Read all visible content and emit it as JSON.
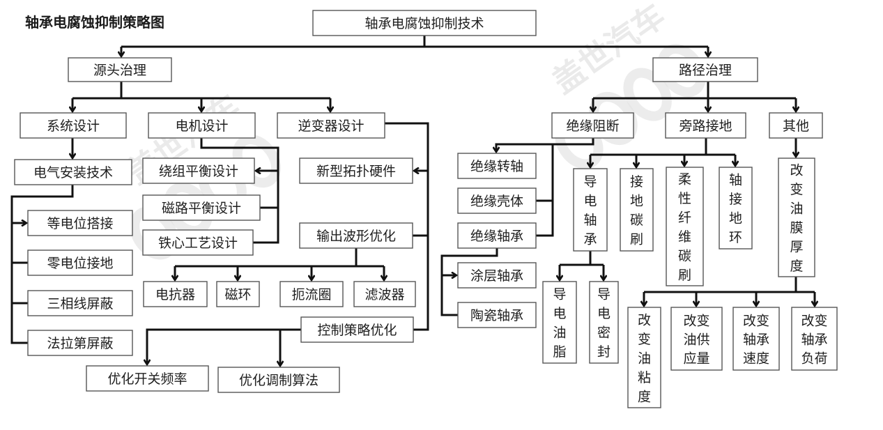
{
  "title": "轴承电腐蚀抑制策略图",
  "watermark": {
    "text": "盖世汽车",
    "brand": "Gasgoo"
  },
  "colors": {
    "line": "#111111",
    "box_border": "#555555",
    "text": "#1e1e1e",
    "background": "#ffffff"
  },
  "nodes": {
    "root": "轴承电腐蚀抑制技术",
    "source": "源头治理",
    "path": "路径治理",
    "system_design": "系统设计",
    "motor_design": "电机设计",
    "inverter_design": "逆变器设计",
    "electrical_install": "电气安装技术",
    "equipotential_bond": "等电位搭接",
    "zero_potential_ground": "零电位接地",
    "three_phase_shield": "三相线屏蔽",
    "faraday_shield": "法拉第屏蔽",
    "winding_balance": "绕组平衡设计",
    "magnetic_balance": "磁路平衡设计",
    "core_process": "铁心工艺设计",
    "new_topology": "新型拓扑硬件",
    "output_waveform": "输出波形优化",
    "reactor": "电抗器",
    "magnetic_ring": "磁环",
    "choke": "扼流圈",
    "filter": "滤波器",
    "control_strategy": "控制策略优化",
    "switch_freq": "优化开关频率",
    "modulation_alg": "优化调制算法",
    "insulation_block": "绝缘阻断",
    "bypass_ground": "旁路接地",
    "other": "其他",
    "insulated_shaft": "绝缘转轴",
    "insulated_housing": "绝缘壳体",
    "insulated_bearing": "绝缘轴承",
    "coated_bearing": "涂层轴承",
    "ceramic_bearing": "陶瓷轴承",
    "conductive_bearing": "导电轴承",
    "ground_carbon_brush": "接地碳刷",
    "flexible_fiber_brush": "柔性纤维碳刷",
    "shaft_ground_ring": "轴接地环",
    "conductive_grease": "导电油脂",
    "conductive_seal": "导电密封",
    "oil_film_thickness": "改变油膜厚度",
    "oil_viscosity": "改变油粘度",
    "oil_supply": "改变油供应量",
    "bearing_speed": "改变轴承速度",
    "bearing_load": "改变轴承负荷"
  }
}
